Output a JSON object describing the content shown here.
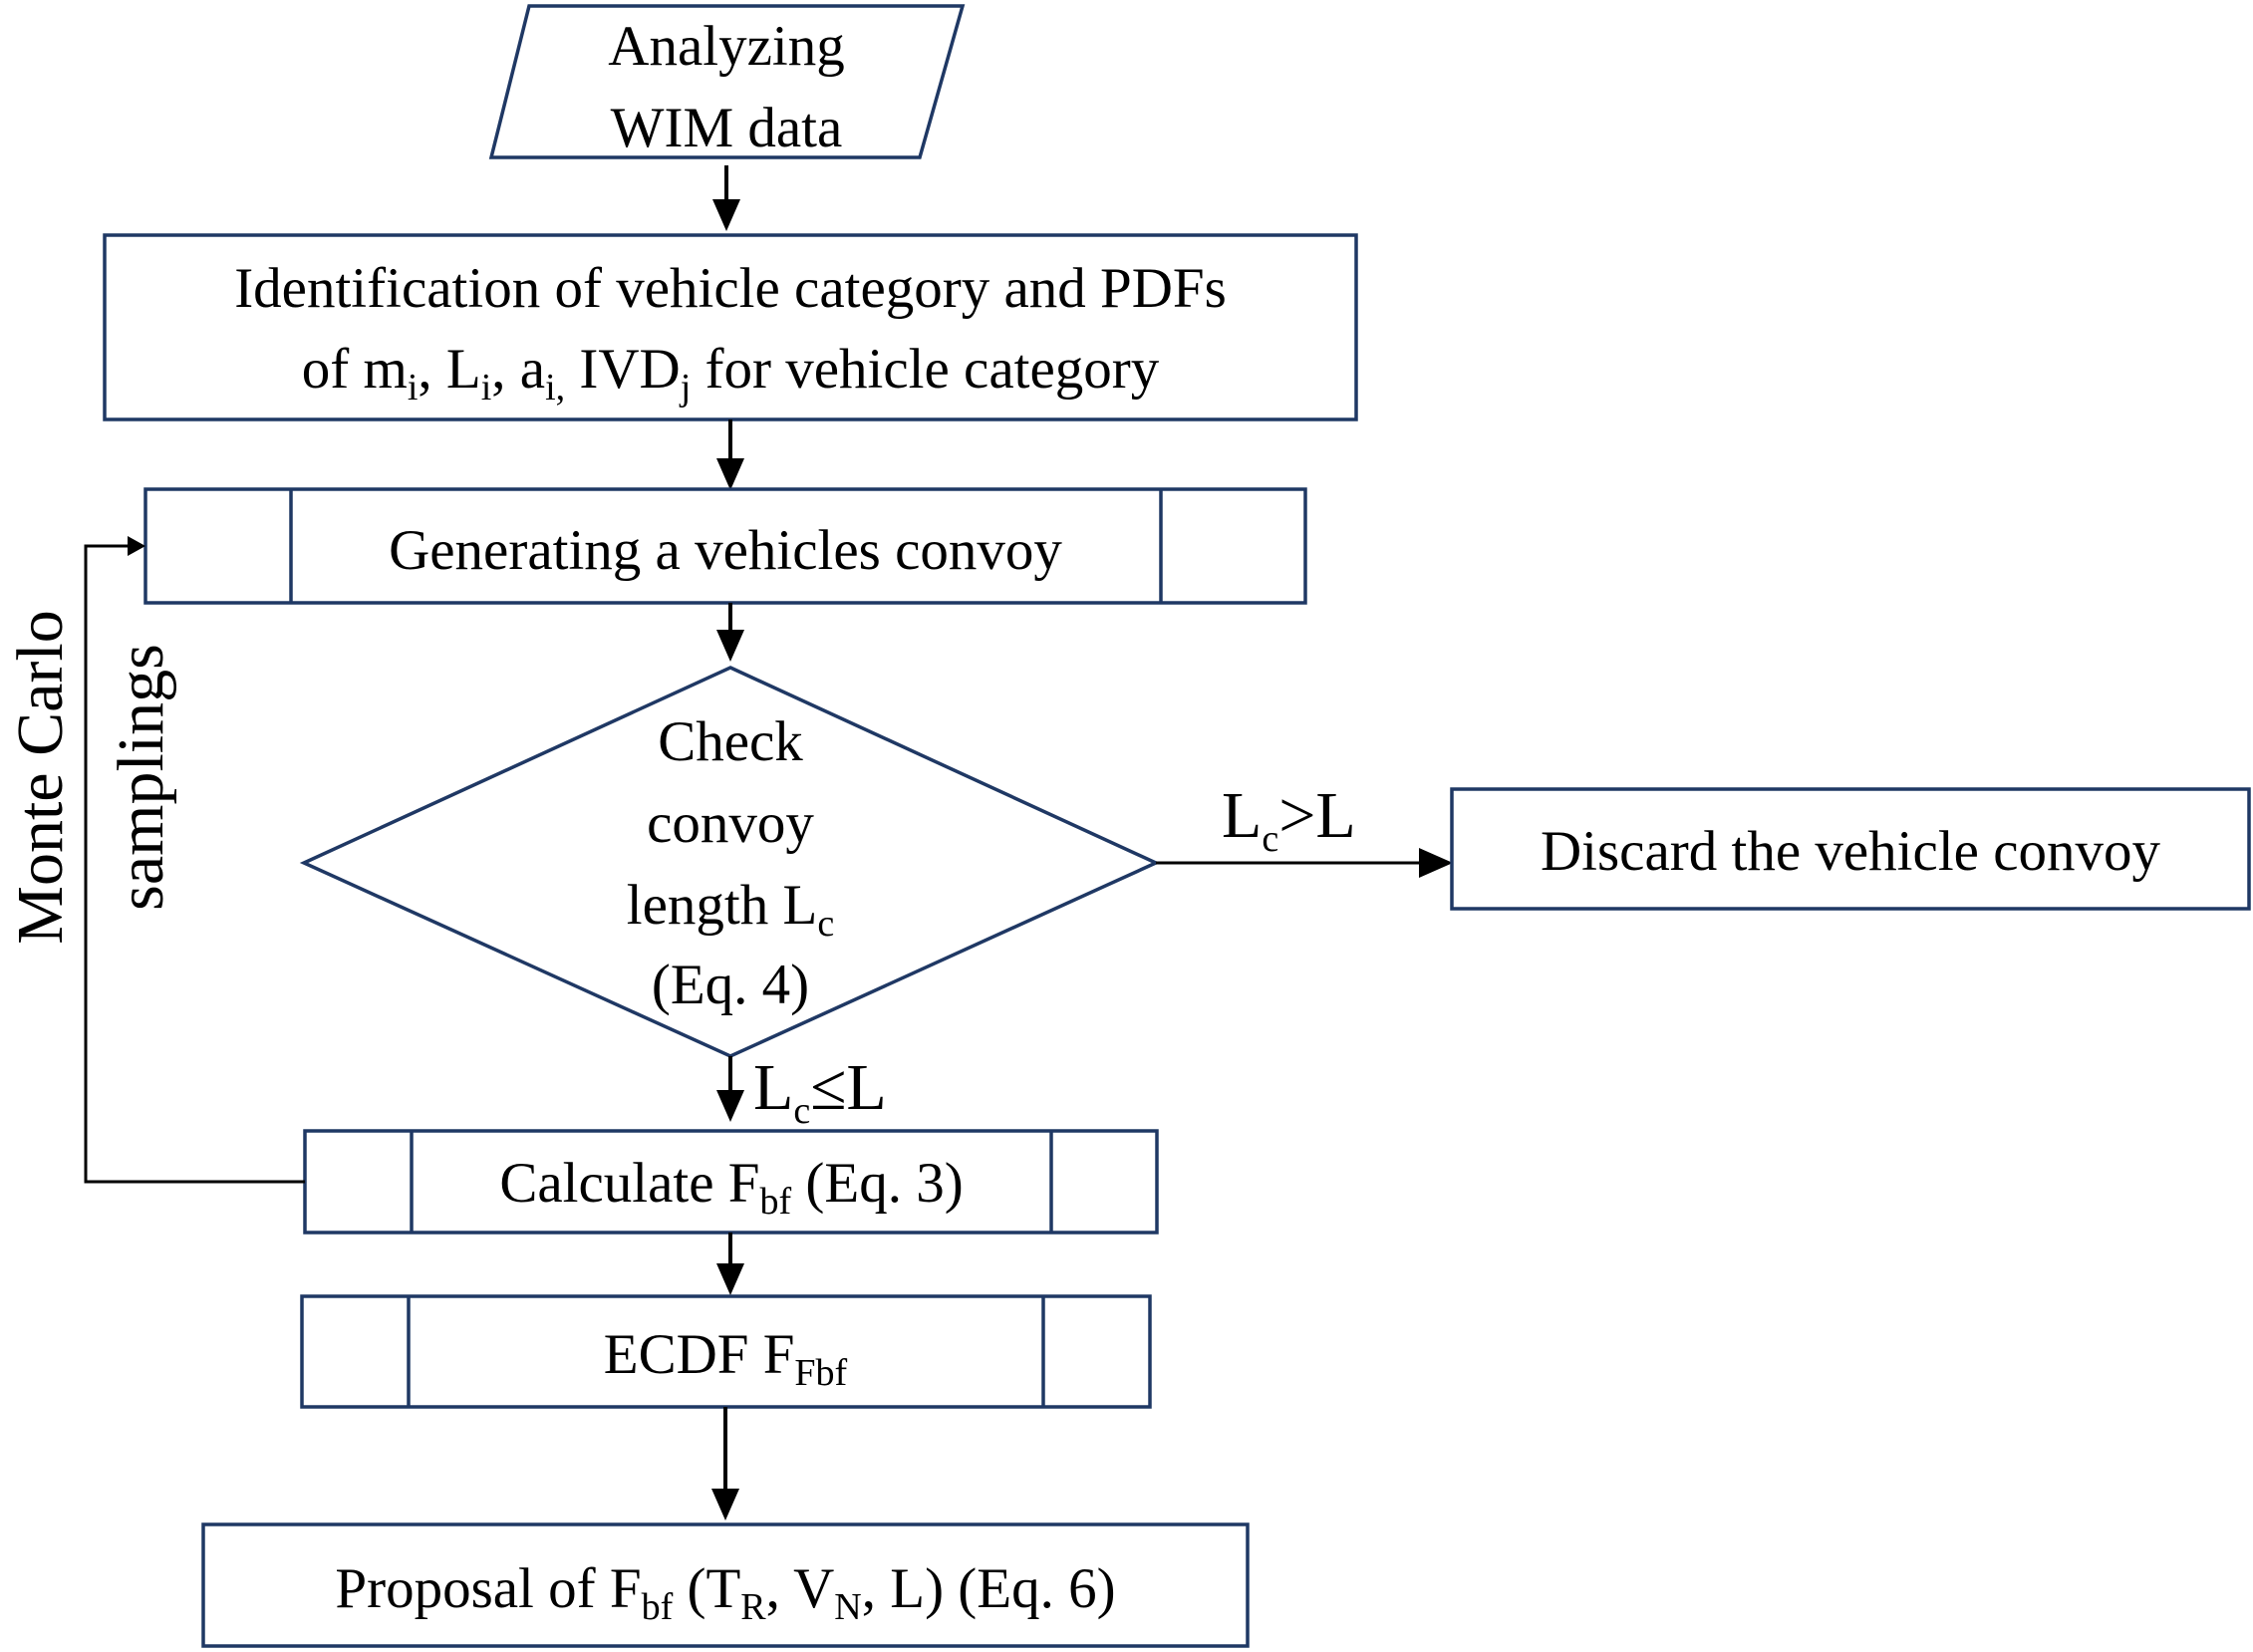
{
  "nodes": {
    "wim": {
      "line1": "Analyzing",
      "line2": "WIM data"
    },
    "ident": {
      "line1": "Identification of vehicle category and  PDFs",
      "l2_of": "of m",
      "l2_i1": "i",
      "l2_L": ", L",
      "l2_i2": "i",
      "l2_a": ", a",
      "l2_i3": "i,",
      "l2_IVD": " IVD",
      "l2_j": "j",
      "l2_end": " for vehicle category"
    },
    "generate": {
      "label": "Generating a vehicles convoy"
    },
    "check": {
      "line1": "Check",
      "line2": "convoy",
      "line3": "length L",
      "line3_sub": "c",
      "line4": "(Eq. 4)"
    },
    "discard": {
      "label": "Discard the vehicle convoy"
    },
    "calculate": {
      "pre": "Calculate F",
      "sub": "bf",
      "post": " (Eq. 3)"
    },
    "ecdf": {
      "pre": "ECDF F",
      "sub": "Fbf"
    },
    "proposal": {
      "pre": "Proposal of F",
      "sub1": "bf",
      "mid1": " (T",
      "sub2": "R",
      "mid2": ", V",
      "sub3": "N",
      "post": ", L) (Eq. 6)"
    }
  },
  "edges": {
    "gt": {
      "pre": "L",
      "sub": "c",
      "post": ">L"
    },
    "le": {
      "pre": "L",
      "sub": "c",
      "post": "≤L"
    }
  },
  "loop": {
    "line1": "Monte Carlo",
    "line2": "samplings"
  }
}
